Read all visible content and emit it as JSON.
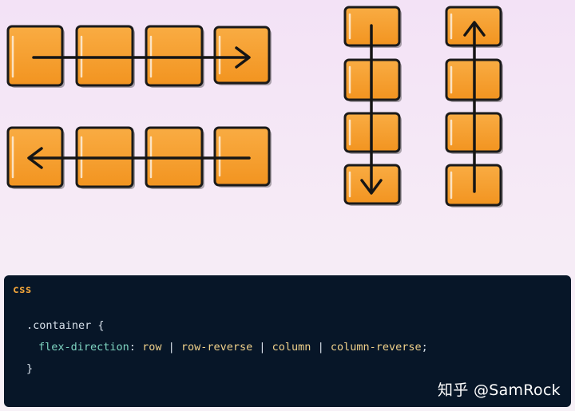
{
  "code": {
    "language": "css",
    "line1": ".container {",
    "property": "flex-direction",
    "colon": ":",
    "values": {
      "v1": "row",
      "sep1": " | ",
      "v2": "row-reverse",
      "sep2": " | ",
      "v3": "column",
      "sep3": " | ",
      "v4": "column-reverse"
    },
    "semicolon": ";",
    "line3": "}"
  },
  "watermark": "知乎 @SamRock",
  "colors": {
    "box_fill": "#f7a02f",
    "box_stroke": "#1a1a1a",
    "arrow": "#151515",
    "code_bg": "#071628",
    "keyword": "#f0a43a"
  }
}
